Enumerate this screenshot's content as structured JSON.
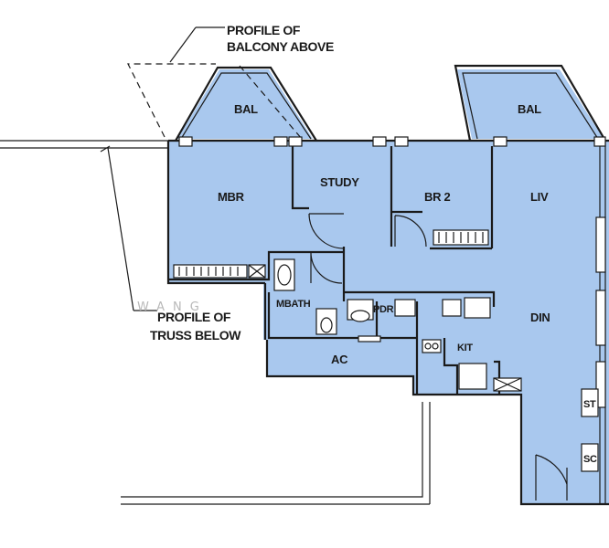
{
  "notes": {
    "balcony_profile_line1": "PROFILE OF",
    "balcony_profile_line2": "BALCONY ABOVE",
    "truss_profile_line1": "PROFILE OF",
    "truss_profile_line2": "TRUSS BELOW"
  },
  "rooms": {
    "bal_left": "BAL",
    "bal_right": "BAL",
    "mbr": "MBR",
    "study": "STUDY",
    "br2": "BR 2",
    "liv": "LIV",
    "mbath": "MBATH",
    "pdr": "PDR",
    "din": "DIN",
    "kit": "KIT",
    "ac": "AC",
    "st": "ST",
    "sc": "SC"
  },
  "watermark": "WANG",
  "colors": {
    "room_fill": "#a9c8ee",
    "wall": "#1a1a1a",
    "background": "#ffffff"
  }
}
